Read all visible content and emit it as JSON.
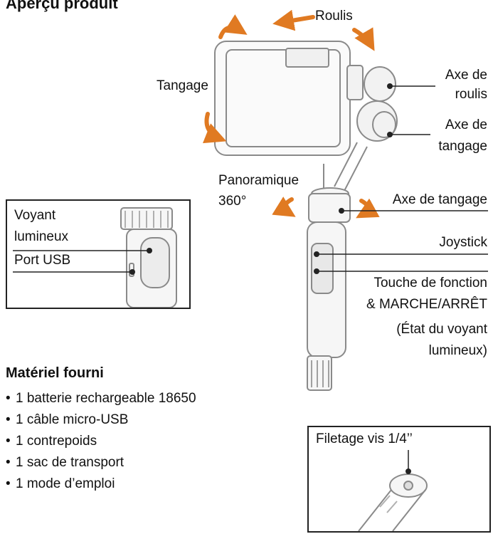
{
  "title": "Aperçu produit",
  "labels": {
    "roulis": "Roulis",
    "tangage": "Tangage",
    "axe_roulis_1": "Axe de",
    "axe_roulis_2": "roulis",
    "axe_tangage_1": "Axe de",
    "axe_tangage_2": "tangage",
    "panoramique_1": "Panoramique",
    "panoramique_2": "360°",
    "axe_tangage_lower": "Axe de tangage",
    "joystick": "Joystick",
    "touche_1": "Touche de fonction",
    "touche_2": "& MARCHE/ARRÊT",
    "touche_3": "(État du voyant",
    "touche_4": "lumineux)"
  },
  "inset_left": {
    "voyant_1": "Voyant",
    "voyant_2": "lumineux",
    "port_usb": "Port USB"
  },
  "inset_right": {
    "filetage": "Filetage vis 1/4’’"
  },
  "supplied": {
    "heading": "Matériel fourni",
    "items": [
      "1 batterie rechargeable 18650",
      "1 câble micro-USB",
      "1 contrepoids",
      "1 sac de transport",
      "1 mode d’emploi"
    ]
  },
  "colors": {
    "arrow": "#e07a22",
    "line": "#222222",
    "sketch": "#8a8a8a"
  }
}
